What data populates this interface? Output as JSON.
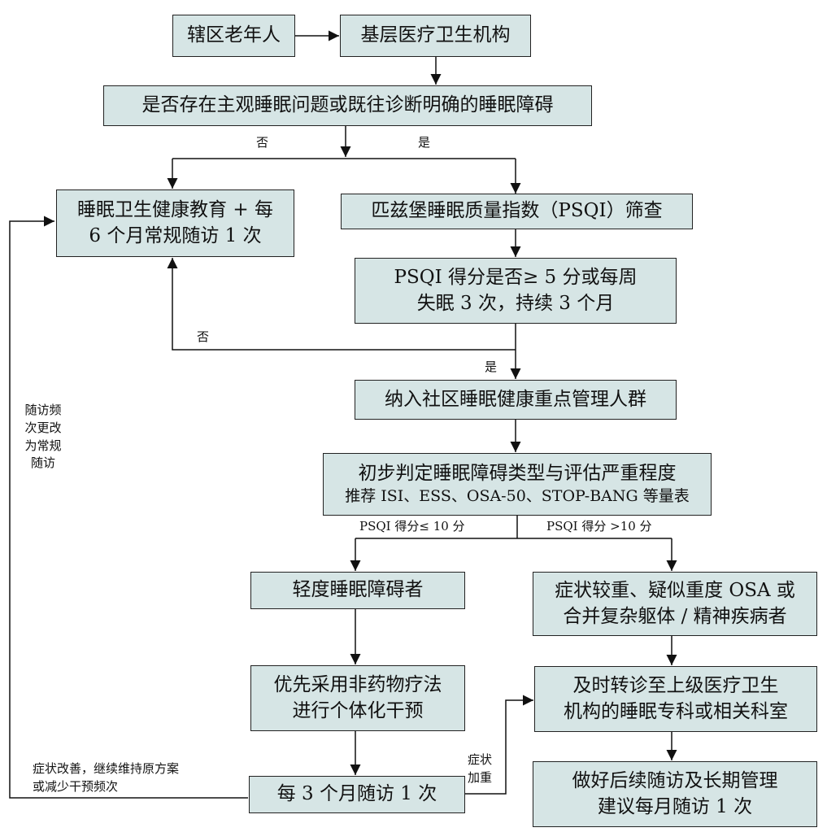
{
  "nodes": {
    "elderly": "辖区老年人",
    "primary_care": "基层医疗卫生机构",
    "subjective_question": "是否存在主观睡眠问题或既往诊断明确的睡眠障碍",
    "sleep_education": [
      "睡眠卫生健康教育 + 每",
      "6 个月常规随访 1 次"
    ],
    "psqi_screen": "匹兹堡睡眠质量指数（PSQI）筛查",
    "psqi_criteria": [
      "PSQI 得分是否≥ 5 分或每周",
      "失眠 3 次，持续 3 个月"
    ],
    "key_management": "纳入社区睡眠健康重点管理人群",
    "preliminary": "初步判定睡眠障碍类型与评估严重程度",
    "recommend_scales": "推荐 ISI、ESS、OSA-50、STOP-BANG 等量表",
    "mild": "轻度睡眠障碍者",
    "severe": [
      "症状较重、疑似重度 OSA 或",
      "合并复杂躯体 / 精神疾病者"
    ],
    "nondrug": [
      "优先采用非药物疗法",
      "进行个体化干预"
    ],
    "referral": [
      "及时转诊至上级医疗卫生",
      "机构的睡眠专科或相关科室"
    ],
    "followup_3m": "每 3 个月随访 1 次",
    "long_term": [
      "做好后续随访及长期管理",
      "建议每月随访 1 次"
    ]
  },
  "edge_labels": {
    "no1": "否",
    "yes1": "是",
    "no2": "否",
    "yes2": "是",
    "psqi_low": "PSQI 得分≤ 10 分",
    "psqi_high": "PSQI 得分 >10 分",
    "worsen": [
      "症状",
      "加重"
    ],
    "improve": [
      "症状改善，继续维持原方案",
      "或减少干预频次"
    ],
    "change_freq": [
      "随访频",
      "次更改",
      "为常规",
      "随访"
    ]
  }
}
